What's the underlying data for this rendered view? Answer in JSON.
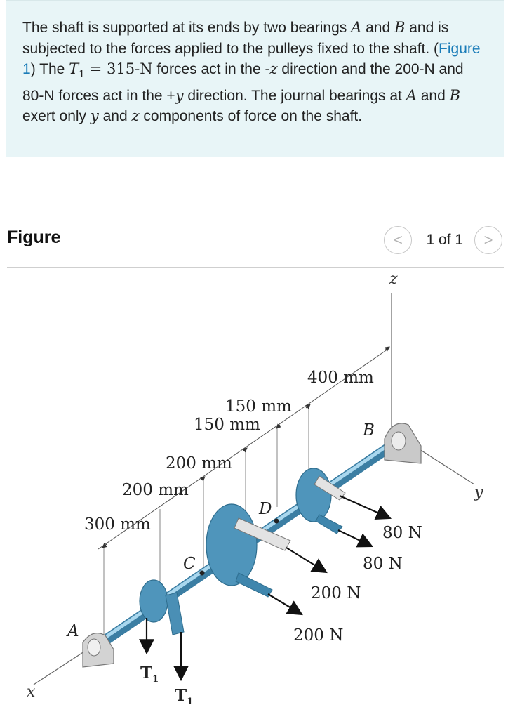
{
  "problem": {
    "text_1": "The shaft is supported at its ends by two bearings ",
    "A": "A",
    "and": " and ",
    "B": "B",
    "text_2": " and is subjected to the forces applied to the pulleys fixed to the shaft. (",
    "figure_link": "Figure 1",
    "text_3": ") The ",
    "T1": "T",
    "T1_sub": "1",
    "eq": " = 315-N",
    "text_4": " forces act in the -",
    "z1": "z",
    "text_5": " direction and the 200-N and 80-N forces act in the +",
    "y1": "y",
    "text_6": " direction. The journal bearings at ",
    "A2": "A",
    "and2": " and ",
    "B2": "B",
    "text_7": " exert only ",
    "y2": "y",
    "and3": " and ",
    "z2": "z",
    "text_8": " components of force on the shaft."
  },
  "figure_header": {
    "title": "Figure",
    "prev_icon": "<",
    "next_icon": ">",
    "pager": "1 of 1"
  },
  "figure": {
    "axis_z": "z",
    "axis_y": "y",
    "axis_x": "x",
    "label_A": "A",
    "label_B": "B",
    "label_C": "C",
    "label_D": "D",
    "dim_400": "400 mm",
    "dim_150a": "150 mm",
    "dim_150b": "150 mm",
    "dim_200a": "200 mm",
    "dim_200b": "200 mm",
    "dim_300": "300 mm",
    "force_80a": "80 N",
    "force_80b": "80 N",
    "force_200a": "200 N",
    "force_200b": "200 N",
    "T1a": "T",
    "T1b": "T",
    "T_sub": "1",
    "colors": {
      "shaft": "#6aaed0",
      "pulley": "#4f95bb",
      "bearing": "#d8d8d8",
      "link": "#1a7cb8",
      "panel": "#e8f5f7"
    }
  }
}
